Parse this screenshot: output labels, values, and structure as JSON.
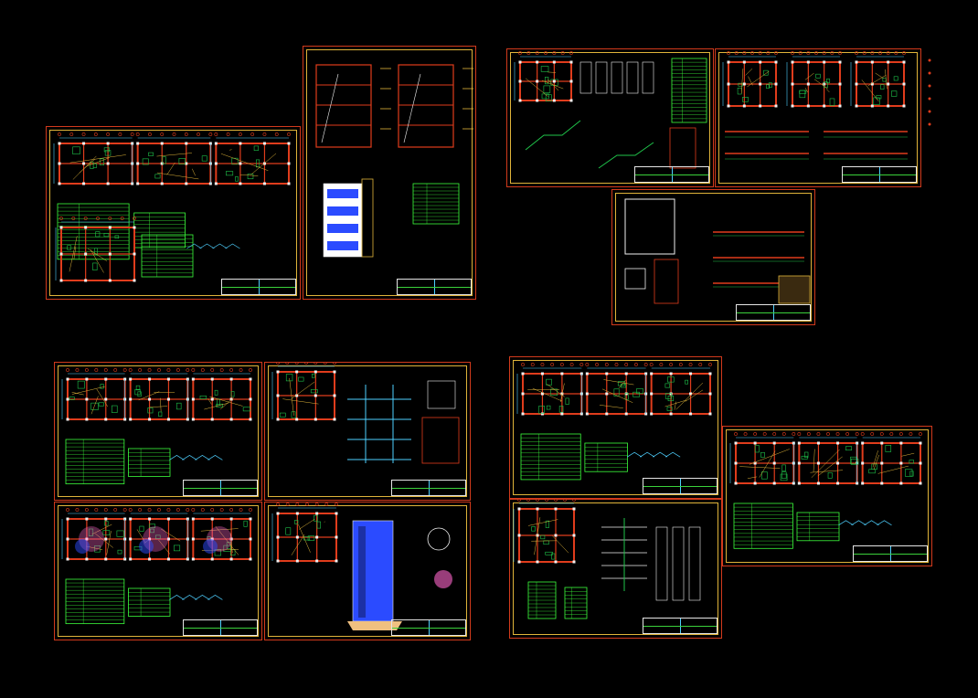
{
  "viewport": {
    "background": "#000000"
  },
  "colors": {
    "border_outer": "#d23a1c",
    "border_inner": "#e0b43a",
    "wall": "#e03c1c",
    "hatch": "#1fc34a",
    "dim": "#4ed0ff",
    "text": "#f0f0f0",
    "accent_blue": "#2b4bff",
    "accent_pink": "#ff66cc",
    "legend_green": "#3cff3c"
  },
  "sheets": [
    {
      "id": "architecture-plans-1",
      "kind": "plans"
    },
    {
      "id": "architecture-sections",
      "kind": "elevation"
    },
    {
      "id": "structures-foundation",
      "kind": "foundation"
    },
    {
      "id": "structures-beams",
      "kind": "beams"
    },
    {
      "id": "structures-details",
      "kind": "details"
    },
    {
      "id": "sanitary-plans",
      "kind": "plans"
    },
    {
      "id": "sanitary-isometric",
      "kind": "isometric"
    },
    {
      "id": "electrical-plans",
      "kind": "plans"
    },
    {
      "id": "water-tank",
      "kind": "isometric"
    },
    {
      "id": "electrical-plans-2",
      "kind": "plans"
    },
    {
      "id": "electrical-diagram",
      "kind": "diagram"
    },
    {
      "id": "electrical-plans-3",
      "kind": "plans"
    }
  ]
}
